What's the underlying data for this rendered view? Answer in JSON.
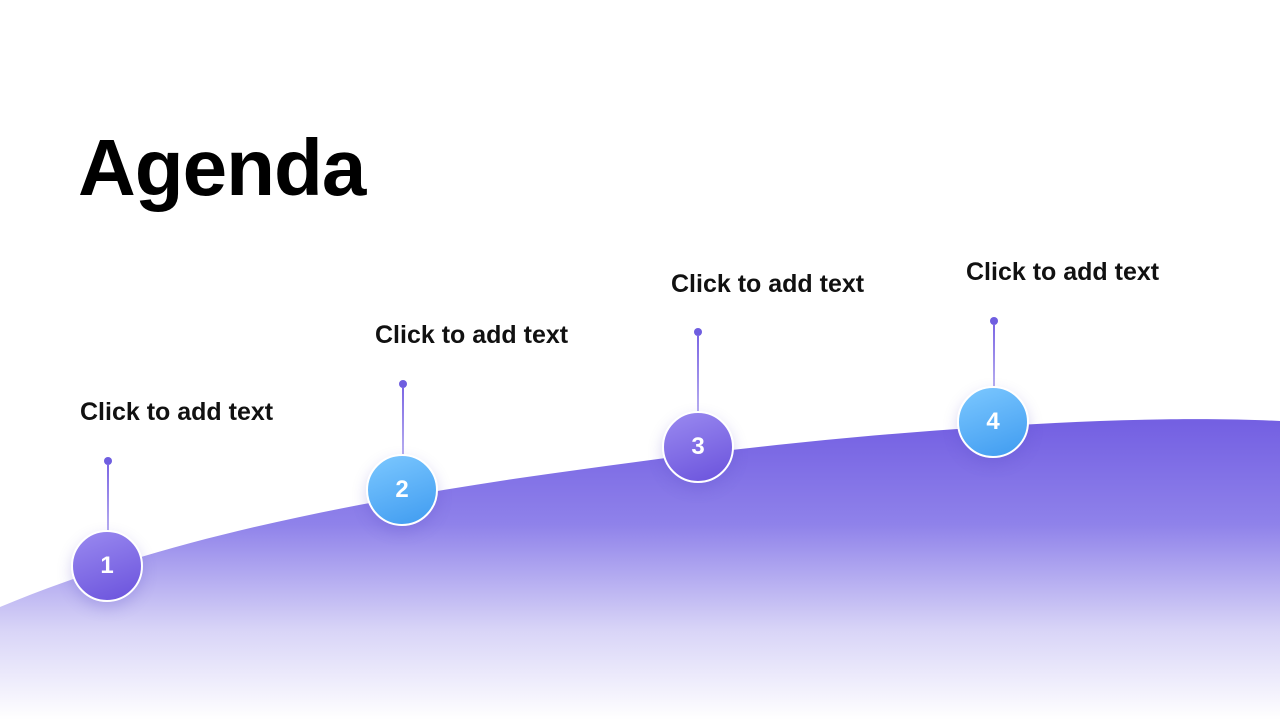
{
  "slide": {
    "title": "Agenda",
    "steps": [
      {
        "number": "1",
        "label": "Click to add text",
        "color": "#7b63e6"
      },
      {
        "number": "2",
        "label": "Click to add text",
        "color": "#4aa6f5"
      },
      {
        "number": "3",
        "label": "Click to add text",
        "color": "#7b63e6"
      },
      {
        "number": "4",
        "label": "Click to add text",
        "color": "#4aa6f5"
      }
    ],
    "colors": {
      "accent_purple": "#7460e0",
      "accent_blue": "#4aa6f5",
      "wave_fade": "#ffffff"
    }
  }
}
